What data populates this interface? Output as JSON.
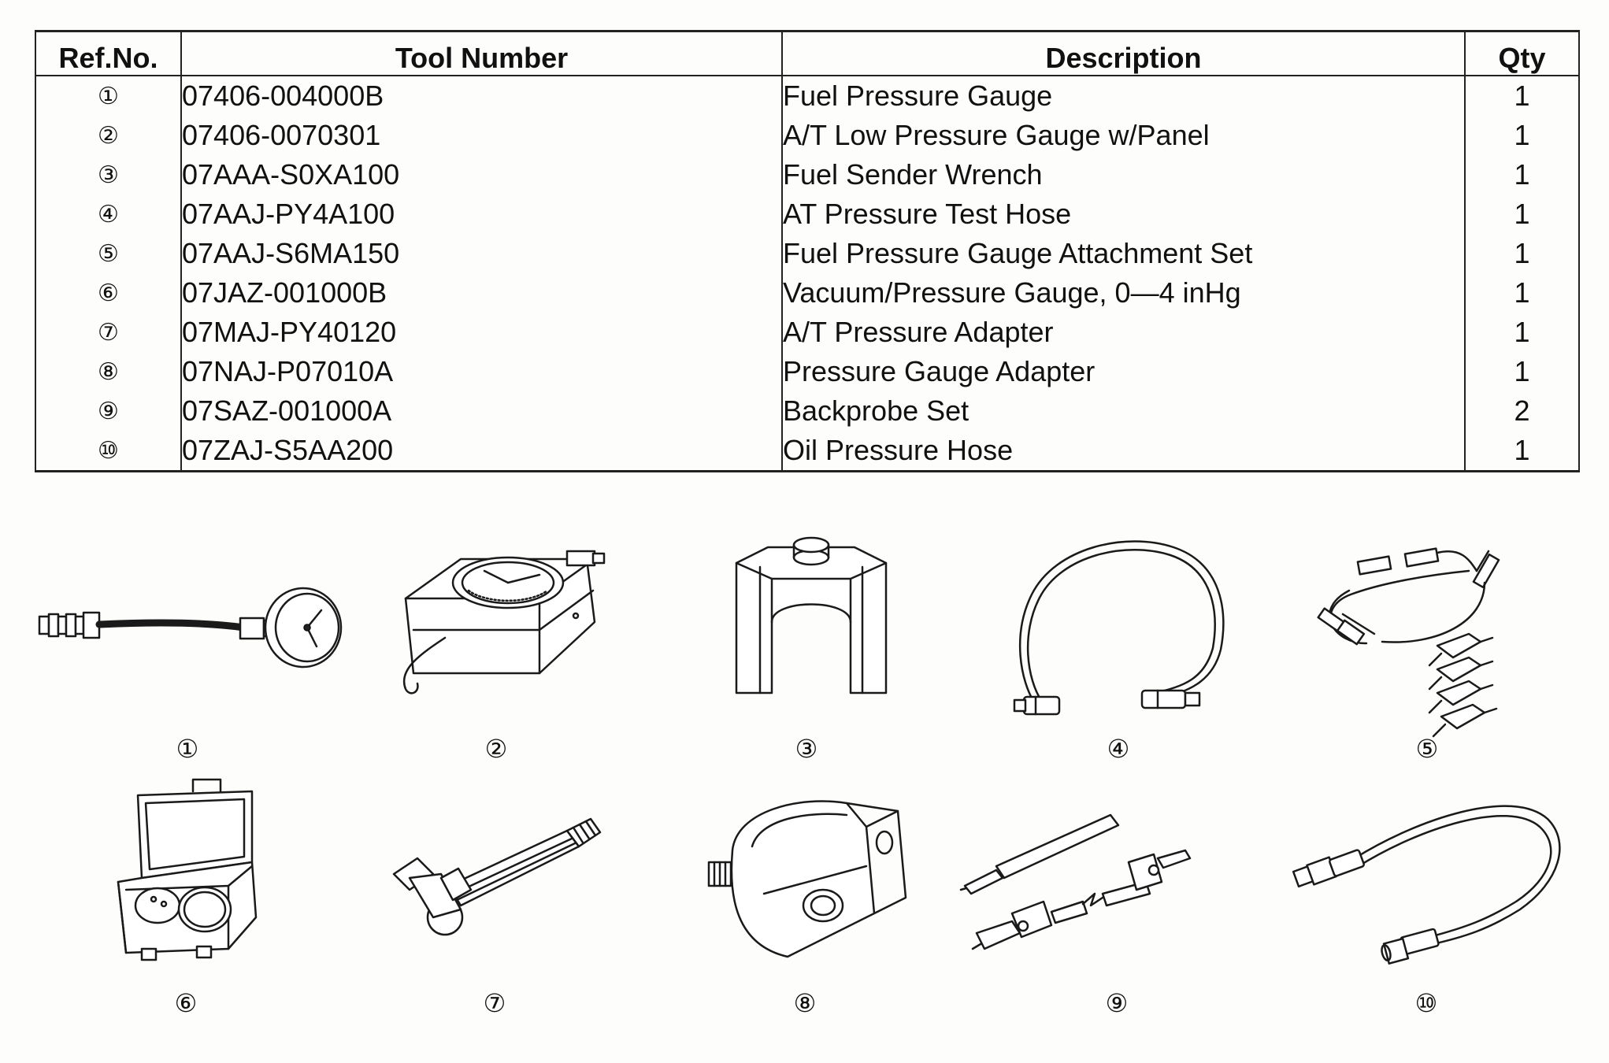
{
  "table": {
    "headers": {
      "ref": "Ref.No.",
      "tool": "Tool Number",
      "desc": "Description",
      "qty": "Qty"
    },
    "rows": [
      {
        "ref": "①",
        "tool": "07406-004000B",
        "desc": "Fuel Pressure Gauge",
        "qty": "1"
      },
      {
        "ref": "②",
        "tool": "07406-0070301",
        "desc": "A/T Low Pressure Gauge w/Panel",
        "qty": "1"
      },
      {
        "ref": "③",
        "tool": "07AAA-S0XA100",
        "desc": "Fuel Sender Wrench",
        "qty": "1"
      },
      {
        "ref": "④",
        "tool": "07AAJ-PY4A100",
        "desc": "AT Pressure Test Hose",
        "qty": "1"
      },
      {
        "ref": "⑤",
        "tool": "07AAJ-S6MA150",
        "desc": "Fuel Pressure Gauge Attachment Set",
        "qty": "1"
      },
      {
        "ref": "⑥",
        "tool": "07JAZ-001000B",
        "desc": "Vacuum/Pressure Gauge, 0—4 inHg",
        "qty": "1"
      },
      {
        "ref": "⑦",
        "tool": "07MAJ-PY40120",
        "desc": "A/T Pressure Adapter",
        "qty": "1"
      },
      {
        "ref": "⑧",
        "tool": "07NAJ-P07010A",
        "desc": "Pressure Gauge Adapter",
        "qty": "1"
      },
      {
        "ref": "⑨",
        "tool": "07SAZ-001000A",
        "desc": "Backprobe Set",
        "qty": "2"
      },
      {
        "ref": "⑩",
        "tool": "07ZAJ-S5AA200",
        "desc": "Oil Pressure Hose",
        "qty": "1"
      }
    ]
  },
  "figures": [
    {
      "label": "①",
      "icon": "fuel-pressure-gauge-icon"
    },
    {
      "label": "②",
      "icon": "low-pressure-gauge-panel-icon"
    },
    {
      "label": "③",
      "icon": "fuel-sender-wrench-icon"
    },
    {
      "label": "④",
      "icon": "pressure-test-hose-icon"
    },
    {
      "label": "⑤",
      "icon": "gauge-attachment-set-icon"
    },
    {
      "label": "⑥",
      "icon": "vacuum-gauge-case-icon"
    },
    {
      "label": "⑦",
      "icon": "pressure-adapter-icon"
    },
    {
      "label": "⑧",
      "icon": "gauge-adapter-block-icon"
    },
    {
      "label": "⑨",
      "icon": "backprobe-set-icon"
    },
    {
      "label": "⑩",
      "icon": "oil-pressure-hose-icon"
    }
  ]
}
